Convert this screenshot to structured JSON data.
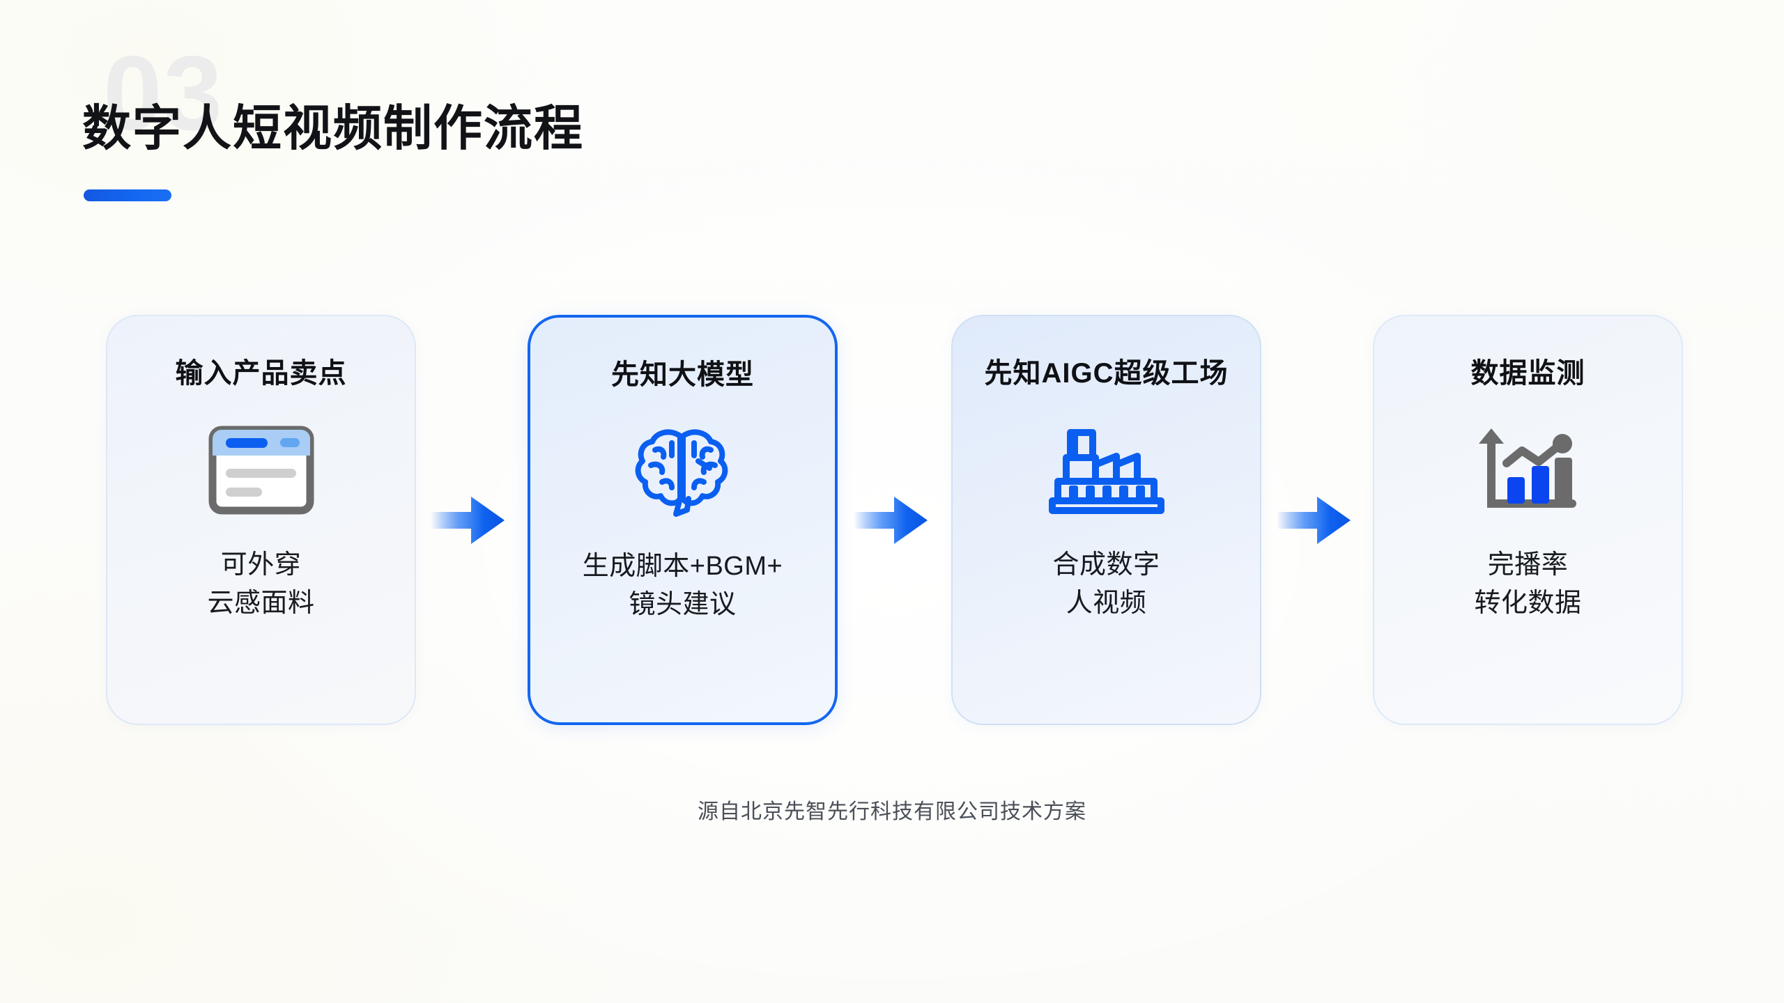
{
  "slide": {
    "section_number": "03",
    "title": "数字人短视频制作流程",
    "footer": "源自北京先智先行科技有限公司技术方案"
  },
  "colors": {
    "accent_blue": "#1366f0",
    "deep_blue": "#1558e0",
    "title_black": "#111317",
    "watermark_gray": "#ececed",
    "icon_gray": "#6b6b6b",
    "card_border_light": "#dde8f7",
    "background": "#fdfdfb"
  },
  "flow": {
    "steps": [
      {
        "id": "step-1",
        "title": "输入产品卖点",
        "description": "可外穿\n云感面料",
        "icon": "form-window-icon",
        "highlighted": false
      },
      {
        "id": "step-2",
        "title": "先知大模型",
        "description": "生成脚本+BGM+\n镜头建议",
        "icon": "brain-icon",
        "highlighted": true
      },
      {
        "id": "step-3",
        "title": "先知AIGC超级工场",
        "description": "合成数字\n人视频",
        "icon": "factory-icon",
        "highlighted": false
      },
      {
        "id": "step-4",
        "title": "数据监测",
        "description": "完播率\n转化数据",
        "icon": "bar-chart-trend-icon",
        "highlighted": false
      }
    ],
    "connectors": [
      {
        "id": "arrow-1",
        "icon": "arrow-right-icon"
      },
      {
        "id": "arrow-2",
        "icon": "arrow-right-icon"
      },
      {
        "id": "arrow-3",
        "icon": "arrow-right-icon"
      }
    ]
  }
}
